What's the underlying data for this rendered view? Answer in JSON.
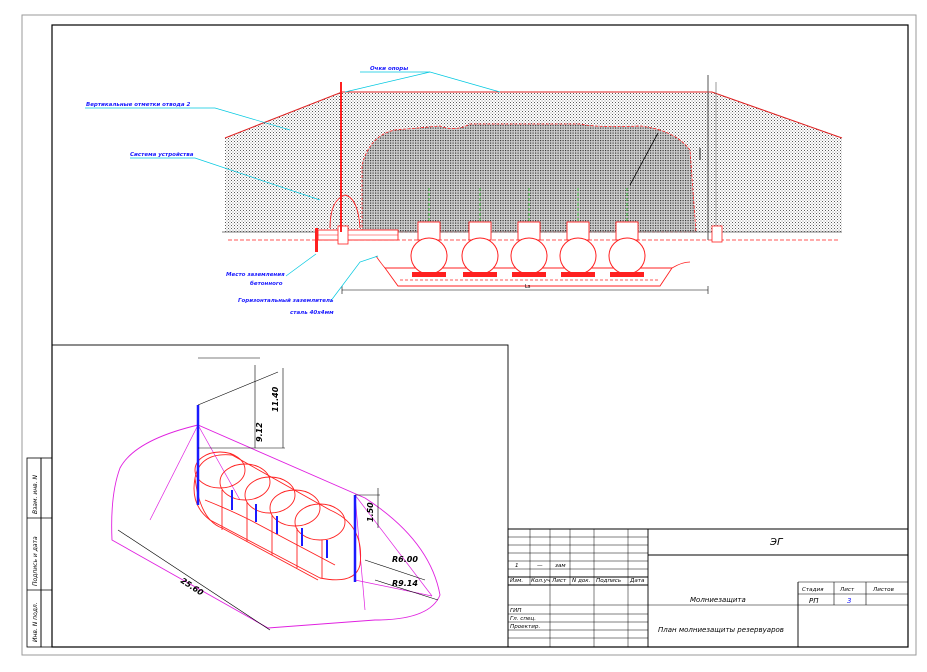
{
  "section_labels": {
    "roof_outline": "Очки опоры",
    "lightning_rod": "Вертикальные отметки отвода 2",
    "cable_device": "Система устройства",
    "grounding_place": "Место заземления",
    "grounding_place_line2": "бетонного",
    "horizontal_grounding": "Горизонтальный заземлитель",
    "horizontal_grounding_line2": "сталь 40х4мм",
    "length_mark": "Ls"
  },
  "iso_dimensions": {
    "height_total": "11.40",
    "height_mast": "9.12",
    "height_small": "1.50",
    "radius_1": "R6.00",
    "radius_2": "R9.14",
    "length": "25.60"
  },
  "side_stamps": {
    "vzam_inv": "Взам. инв. N",
    "podpis_data": "Подпись и дата",
    "inv_podl": "Инв. N подл."
  },
  "title_block": {
    "project_code": "ЭГ",
    "rev_num": "1",
    "rev_dash": "—",
    "rev_note": "зам",
    "headers": [
      "Изм.",
      "Кол.уч",
      "Лист",
      "N док.",
      "Подпись",
      "Дата"
    ],
    "stage_header": "Стадия",
    "sheet_header": "Лист",
    "sheets_header": "Листов",
    "stage_value": "РП",
    "sheet_value": "3",
    "section_name": "Молниезащита",
    "drawing_name": "План молниезащиты резервуаров",
    "roles": [
      "ГИП",
      "Гл. спец.",
      "Проектир."
    ]
  },
  "colors": {
    "hatch": "#444444",
    "red": "#ff2020",
    "blue": "#1a1aff",
    "cyan": "#00c8e0",
    "magenta": "#e020e0",
    "green": "#20c020"
  }
}
